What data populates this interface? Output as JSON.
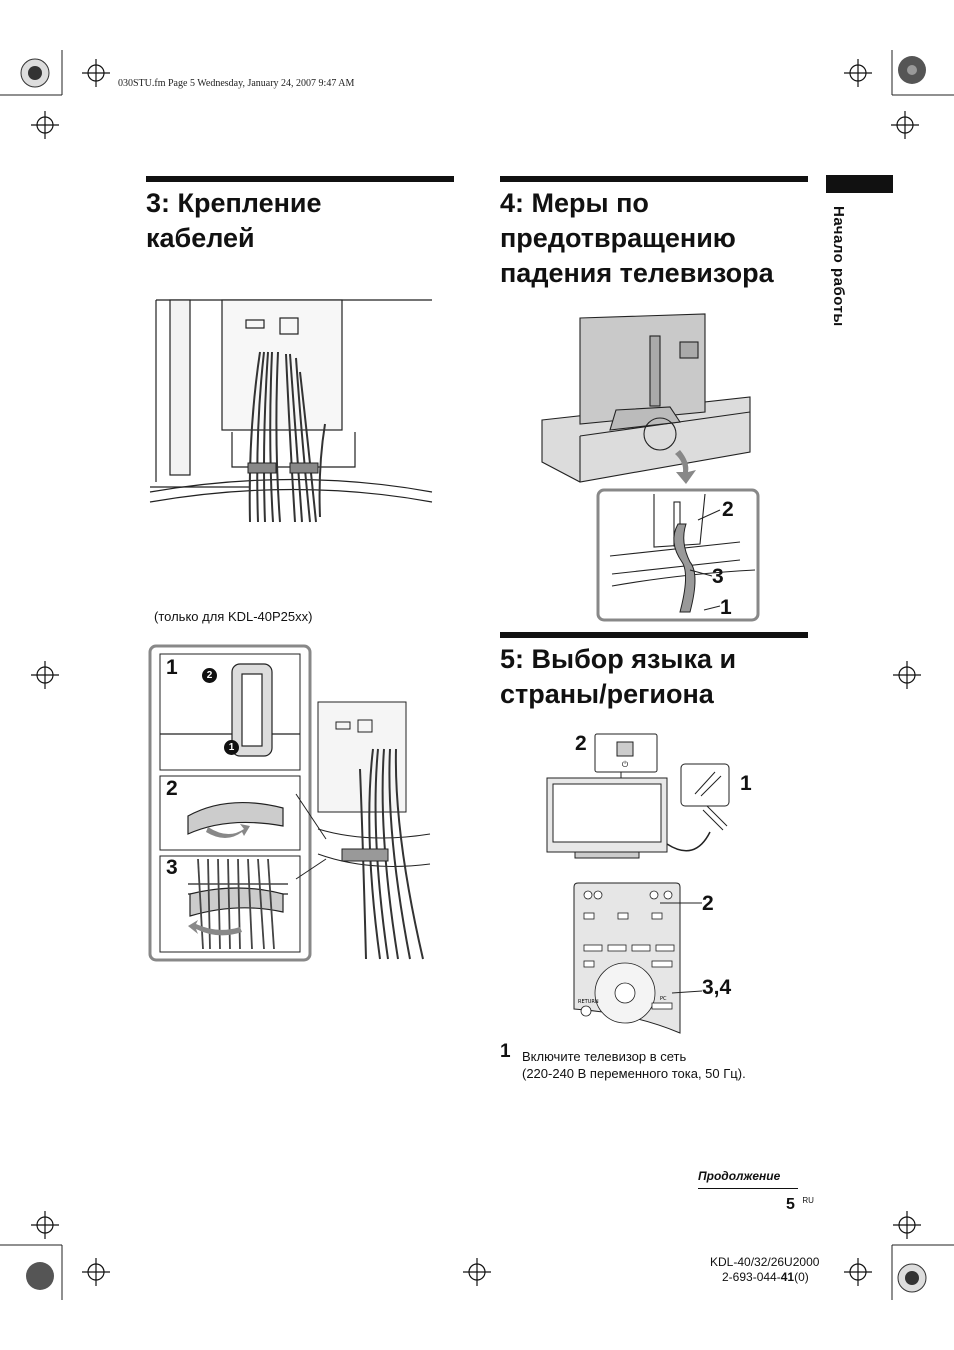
{
  "header": {
    "file_info": "030STU.fm  Page 5  Wednesday, January 24, 2007  9:47 AM"
  },
  "sections": {
    "s3": {
      "title_line1": "3: Крепление",
      "title_line2": "кабелей",
      "note": "(только для KDL-40P25xx)",
      "steps": [
        "1",
        "2",
        "3"
      ],
      "callouts": [
        "2",
        "1"
      ]
    },
    "s4": {
      "title_line1": "4: Меры по",
      "title_line2": "предотвращению",
      "title_line3": "падения телевизора",
      "callouts": [
        "2",
        "3",
        "1"
      ]
    },
    "s5": {
      "title_line1": "5: Выбор языка и",
      "title_line2": "страны/региона",
      "callouts": [
        "2",
        "1",
        "2",
        "3,4"
      ],
      "remote_labels": {
        "return": "RETURN",
        "pc": "PC"
      },
      "step1": {
        "number": "1",
        "line1": "Включите телевизор в сеть",
        "line2": "(220-240 В переменного тока, 50 Гц)."
      }
    }
  },
  "sidebar": {
    "label": "Начало работы"
  },
  "footer": {
    "continue": "Продолжение",
    "page": "5",
    "lang": "RU",
    "model": "KDL-40/32/26U2000",
    "code_prefix": "2-693-044-",
    "code_bold": "41",
    "code_suffix": "(0)"
  }
}
